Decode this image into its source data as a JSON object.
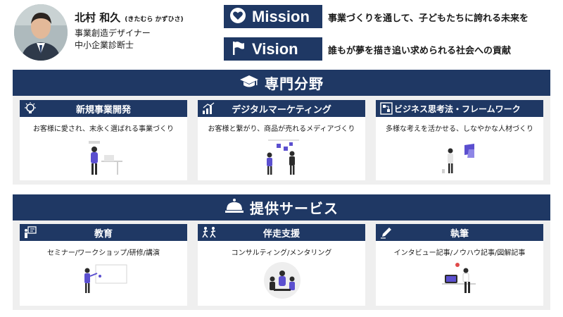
{
  "profile": {
    "name": "北村 和久",
    "name_kana": "(きたむら かずひさ)",
    "title": "事業創造デザイナー",
    "certification": "中小企業診断士"
  },
  "mission": {
    "label": "Mission",
    "text": "事業づくりを通して、子どもたちに誇れる未来を",
    "icon": "heart-icon"
  },
  "vision": {
    "label": "Vision",
    "text": "誰もが夢を描き追い求められる社会への貢献",
    "icon": "flag-icon"
  },
  "expertise": {
    "title": "専門分野",
    "icon": "graduation-cap-icon",
    "cards": [
      {
        "title": "新規事業開発",
        "subtitle": "お客様に愛され、末永く選ばれる事業づくり",
        "icon": "lightbulb-icon"
      },
      {
        "title": "デジタルマーケティング",
        "subtitle": "お客様と繋がり、商品が売れるメディアづくり",
        "icon": "bar-chart-icon"
      },
      {
        "title": "ビジネス思考法・フレームワーク",
        "subtitle": "多様な考えを活かせる、しなやかな人材づくり",
        "icon": "framework-icon"
      }
    ]
  },
  "services": {
    "title": "提供サービス",
    "icon": "service-bell-icon",
    "cards": [
      {
        "title": "教育",
        "subtitle": "セミナー/ワークショップ/研修/講演",
        "icon": "presentation-icon"
      },
      {
        "title": "伴走支援",
        "subtitle": "コンサルティング/メンタリング",
        "icon": "running-people-icon"
      },
      {
        "title": "執筆",
        "subtitle": "インタビュー記事/ノウハウ記事/図解記事",
        "icon": "pen-icon"
      }
    ]
  },
  "colors": {
    "navy": "#1f3864",
    "panel": "#efefef",
    "accent": "#5b4fcf"
  }
}
